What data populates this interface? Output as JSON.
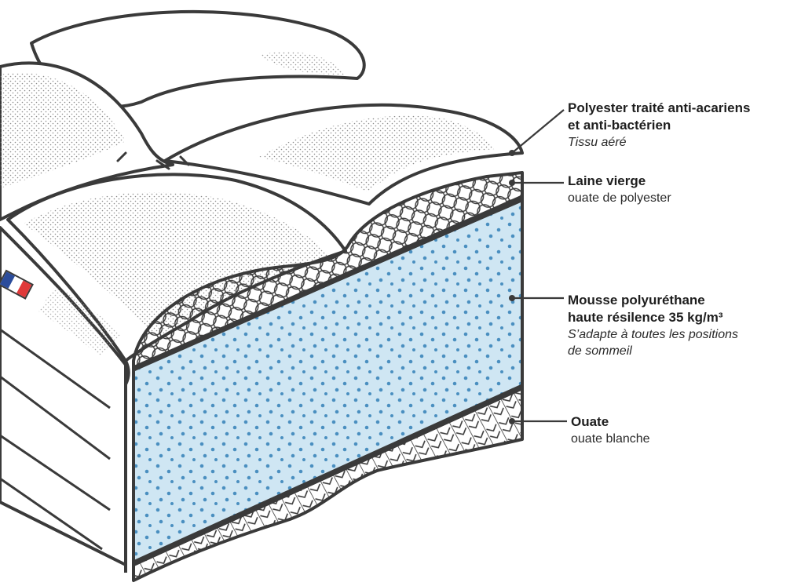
{
  "layers": [
    {
      "id": "polyester",
      "title_lines": [
        "Polyester traité anti-acariens",
        "et anti-bactérien"
      ],
      "subtitle_lines": [
        "Tissu aéré"
      ],
      "subtitle_italic": true
    },
    {
      "id": "laine",
      "title_lines": [
        "Laine vierge"
      ],
      "subtitle_lines": [
        "ouate de polyester"
      ],
      "subtitle_italic": false
    },
    {
      "id": "mousse",
      "title_lines": [
        "Mousse polyuréthane",
        "haute résilence 35 kg/m³"
      ],
      "subtitle_lines": [
        "S’adapte à toutes les positions",
        "de sommeil"
      ],
      "subtitle_italic": true
    },
    {
      "id": "ouate",
      "title_lines": [
        "Ouate"
      ],
      "subtitle_lines": [
        "ouate blanche"
      ],
      "subtitle_italic": false
    }
  ],
  "colors": {
    "outline": "#3a3a3a",
    "foam": "#cfe6f3",
    "foam_dots": "#4a8fc0",
    "text": "#1e1e1e",
    "flag_blue": "#2b4c9b",
    "flag_white": "#ffffff",
    "flag_red": "#e03a3a"
  },
  "icons": [
    "french-flag-tag"
  ]
}
